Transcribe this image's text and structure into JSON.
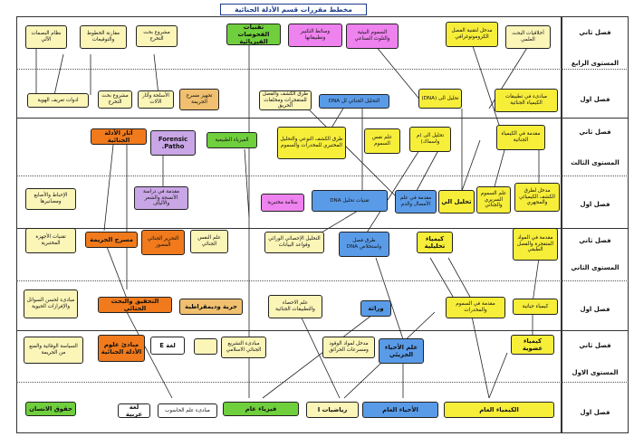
{
  "title": "مخطط مقررات قسم الأدلة الجنائية",
  "semesters": {
    "second": "فصل ثاني",
    "first": "فصل اول"
  },
  "levels": {
    "fourth": "المستوى الرابع",
    "third": "المستوى الثالث",
    "second": "المستوى الثاني",
    "first": "المستوى الاول"
  },
  "courses": {
    "c01": "نظام البصمات الآلي",
    "c02": "مقارنة الخطوط والتوقيعات",
    "c03": "مشروع بحث التخرج",
    "c04": "تقنيات الفحوصات الفيزيائية",
    "c05": "وسائط التكبير وتطبيقاتها",
    "c06": "السموم البيئية والتلوث الصناعي",
    "c07": "مدخل لتقنية الفصل الكروموتوغرافي",
    "c08": "أخلاقيات البحث العلمي",
    "c09": "ادوات تعريف الهوية",
    "c10": "مشروع بحث التخرج",
    "c11": "الأسلحة وآثار الآلات",
    "c12": "تجهيز مسرح الجريمة",
    "c13": "طرق الكشف والفصل للمتفجرات ومخلفات الحريق",
    "c14": "التحليل الجنائي لل DNA",
    "c15": "تحليل الى (DNA)",
    "c16": "مبادىء في تطبيقات الكيمياء الجنائية",
    "c17": "آثار الأدلة الجنائية",
    "c18": "Forensic Patho.",
    "c19": "الفيزياء الطبيعية",
    "c20": "طرق الكشف النوعي والتحليل المختبري للمخدرات والسموم",
    "c21": "علم نفس السموم",
    "c22": "تحليل الى (م واسماك)",
    "c23": "مقدمة في الكيمياء الجنائية",
    "c24": "الإحباط والأصابع ومصانيرها",
    "c25": "مقدمة في دراسة الأنسجة والشعر والألياف",
    "c26": "سلامة مختبرية",
    "c27": "تقنيات تحليل DNA",
    "c28": "مقدمة في علم الأمصال والدم",
    "c29": "تحليل الي",
    "c30": "علم السموم السريري والجنائي",
    "c31": "مدخل لطرق الكشف الكيميائي والمجهري",
    "c32": "تقنيات الأجهزة المختبرية",
    "c33": "مسرح الجريمة",
    "c34": "التحرير الجنائي المصور",
    "c35": "علم النفس الجنائي",
    "c36": "التحليل الإحصائي الوراثي وقواعد البيانات",
    "c37": "طرق فصل واستخلاص DNA",
    "c38": "كيمياء تحليلية",
    "c39": "مقدمة في المواد المتفجرة والفصل الطبقي",
    "c40": "مبادىء لحسن السوائل والإفرازات الحيوية",
    "c41": "التحقيق والبحث الجنائي",
    "c42": "حرية وديمقراطية",
    "c43": "علم الاحصاء والتطبيقات الجنائية",
    "c44": "وراثة",
    "c45": "مقدمة في السموم والمخدرات",
    "c46": "كيمياء حياتية",
    "c47": "السياسة الوقائية والمنع من الجريمة",
    "c48": "مبادئ علوم الأدلة الجنائية",
    "c49": "لغة E",
    "c50": "مبادىء التشريع الجنائي الاسلامي",
    "c51": "مدخل لمواد الوقود ومسرعات الحرائق",
    "c52": "علم الأحياء الجزيئي",
    "c53": "كيمياء عضوية",
    "c54": "حقوق الانسان",
    "c55": "لغة عربية",
    "c56": "مبادىء علم الحاسوب",
    "c57": "فيزياء عام",
    "c58": "رياضيات I",
    "c59": "الأحياء العام",
    "c60": "الكيمياء العام"
  },
  "colors": {
    "light_yellow": "#fbf5b8",
    "yellow": "#f7ee3a",
    "purple": "#ee82ee",
    "pink": "#f5b2f5",
    "green": "#6fcf3c",
    "blue": "#5a9be8",
    "orange": "#f07a1c",
    "tan": "#f0c070",
    "lavender": "#c9a6e6",
    "white": "#ffffff"
  }
}
